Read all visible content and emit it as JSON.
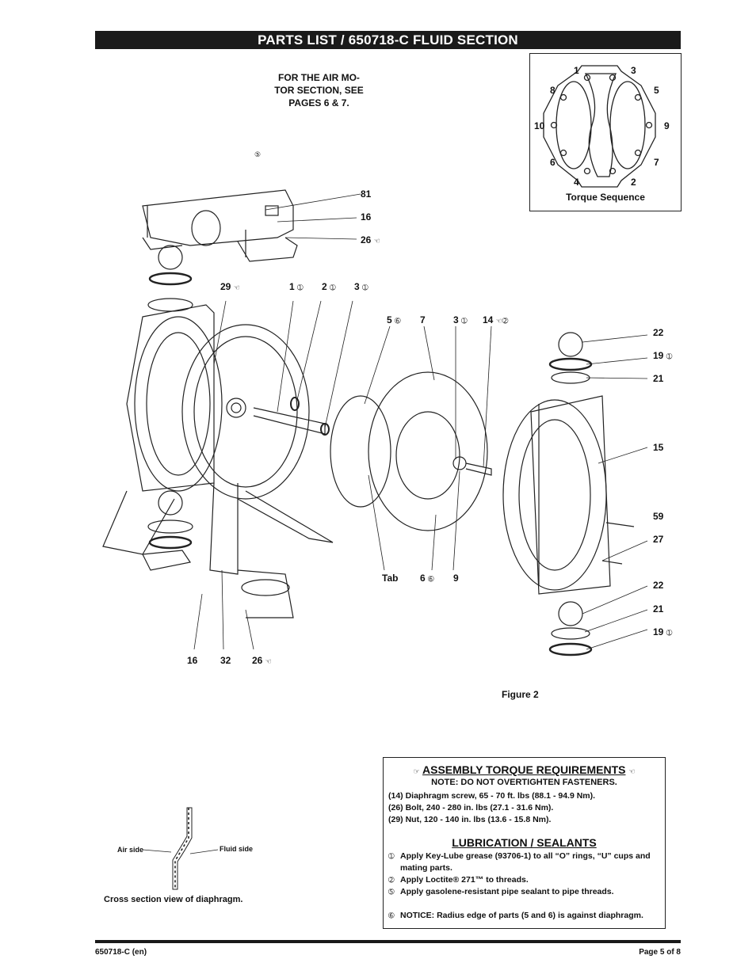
{
  "header": {
    "title": "PARTS LIST / 650718-C FLUID SECTION"
  },
  "air_note": [
    "FOR THE AIR MO-",
    "TOR SECTION, SEE",
    "PAGES 6 & 7."
  ],
  "torque_sequence": {
    "caption": "Torque Sequence",
    "numbers": [
      "1",
      "3",
      "8",
      "5",
      "10",
      "9",
      "6",
      "7",
      "4",
      "2"
    ]
  },
  "callouts": {
    "c81": "81",
    "c16a": "16",
    "c26a": "26",
    "c29": "29",
    "c1": "1",
    "c2": "2",
    "c3a": "3",
    "c5": "5",
    "c7": "7",
    "c3b": "3",
    "c14": "14",
    "c22a": "22",
    "c19a": "19",
    "c21a": "21",
    "c15": "15",
    "c59": "59",
    "c27": "27",
    "c22b": "22",
    "c21b": "21",
    "c19b": "19",
    "ctab": "Tab",
    "c6": "6",
    "c9": "9",
    "c16b": "16",
    "c32": "32",
    "c26b": "26",
    "c5top": "⑤"
  },
  "symbols": {
    "one": "➀",
    "two": "➁",
    "five": "➄",
    "six": "➅",
    "hand": "☜",
    "hand_right": "☞"
  },
  "figure_caption": "Figure 2",
  "cross_section": {
    "air_side": "Air side",
    "fluid_side": "Fluid side",
    "caption": "Cross section view of diaphragm."
  },
  "requirements": {
    "title": "ASSEMBLY TORQUE REQUIREMENTS",
    "note": "NOTE: DO NOT OVERTIGHTEN FASTENERS.",
    "lines": [
      "(14) Diaphragm screw, 65 - 70 ft. lbs (88.1 - 94.9 Nm).",
      "(26) Bolt, 240 - 280 in. lbs (27.1 - 31.6 Nm).",
      "(29) Nut, 120 - 140 in. lbs (13.6 - 15.8 Nm)."
    ],
    "lub_title": "LUBRICATION / SEALANTS",
    "lub_lines": [
      {
        "sym": "➀",
        "text": "Apply Key-Lube grease (93706-1) to all “O” rings, “U” cups and"
      },
      {
        "sym": "",
        "text": "mating parts."
      },
      {
        "sym": "➁",
        "text": "Apply Loctite® 271™ to threads."
      },
      {
        "sym": "➄",
        "text": "Apply gasolene-resistant pipe sealant to pipe threads."
      },
      {
        "sym": "➅",
        "text": "NOTICE: Radius edge of parts (5 and 6) is against diaphragm."
      }
    ]
  },
  "footer": {
    "left": "650718-C (en)",
    "right": "Page 5 of 8"
  }
}
